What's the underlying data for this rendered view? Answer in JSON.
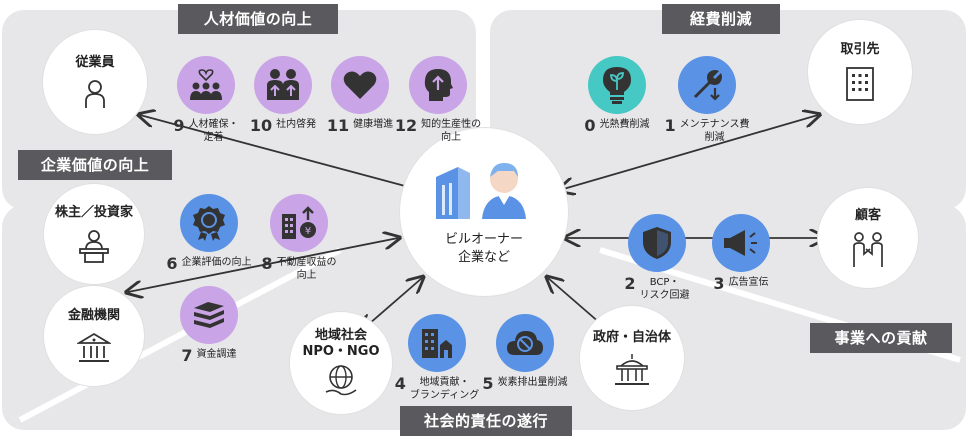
{
  "banners": {
    "hr": "人材価値の向上",
    "cost": "経費削減",
    "corporate": "企業価値の向上",
    "business": "事業への貢献",
    "social": "社会的責任の遂行"
  },
  "center": {
    "label_line1": "ビルオーナー",
    "label_line2": "企業など"
  },
  "stakeholders": {
    "employee": "従業員",
    "partner": "取引先",
    "shareholder": "株主／投資家",
    "customer": "顧客",
    "bank": "金融機関",
    "gov": "政府・自治体",
    "community_line1": "地域社会",
    "community_line2": "NPO・NGO"
  },
  "items": {
    "i9": {
      "num": "9",
      "text": "人材確保・\n定着",
      "icon": "people-heart-icon"
    },
    "i10": {
      "num": "10",
      "text": "社内啓発",
      "icon": "team-up-icon"
    },
    "i11": {
      "num": "11",
      "text": "健康増進",
      "icon": "heart-icon"
    },
    "i12": {
      "num": "12",
      "text": "知的生産性の\n向上",
      "icon": "head-up-icon"
    },
    "i0": {
      "num": "0",
      "text": "光熱費削減",
      "icon": "lightbulb-plant-icon"
    },
    "i1": {
      "num": "1",
      "text": "メンテナンス費\n削減",
      "icon": "wrench-icon"
    },
    "i6": {
      "num": "6",
      "text": "企業評価の向上",
      "icon": "award-icon"
    },
    "i8": {
      "num": "8",
      "text": "不動産収益の\n向上",
      "icon": "building-yen-icon"
    },
    "i7": {
      "num": "7",
      "text": "資金調達",
      "icon": "money-stack-icon"
    },
    "i2": {
      "num": "2",
      "text": "BCP・\nリスク回避",
      "icon": "shield-icon"
    },
    "i3": {
      "num": "3",
      "text": "広告宣伝",
      "icon": "megaphone-icon"
    },
    "i4": {
      "num": "4",
      "text": "地域貢献・\nブランディング",
      "icon": "town-icon"
    },
    "i5": {
      "num": "5",
      "text": "炭素排出量削減",
      "icon": "co2-cloud-icon"
    }
  },
  "colors": {
    "purple": "#c9a4e6",
    "blue": "#5a93e6",
    "teal": "#46c8c4",
    "banner": "#5a5a5e",
    "panel": "#e7e7e9",
    "arrow": "#333333"
  }
}
